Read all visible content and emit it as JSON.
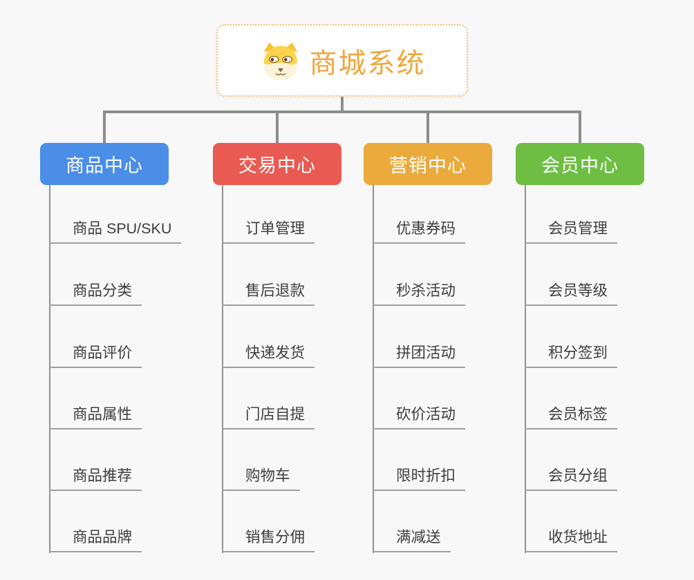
{
  "root": {
    "title": "商城系统",
    "icon": "dog-face-icon"
  },
  "colors": {
    "root_text": "#f0a63c",
    "root_border": "#f0bc6a",
    "connector": "#8d8d8d",
    "underline": "#9e9e9e",
    "leaf_text": "#3d3d3d",
    "branch_product": "#4a8ee8",
    "branch_trade": "#e95a52",
    "branch_marketing": "#ebaa3c",
    "branch_member": "#6dbe43"
  },
  "branches": [
    {
      "label": "商品中心",
      "color": "#4a8ee8",
      "items": [
        "商品 SPU/SKU",
        "商品分类",
        "商品评价",
        "商品属性",
        "商品推荐",
        "商品品牌"
      ]
    },
    {
      "label": "交易中心",
      "color": "#e95a52",
      "items": [
        "订单管理",
        "售后退款",
        "快递发货",
        "门店自提",
        "购物车",
        "销售分佣"
      ]
    },
    {
      "label": "营销中心",
      "color": "#ebaa3c",
      "items": [
        "优惠券码",
        "秒杀活动",
        "拼团活动",
        "砍价活动",
        "限时折扣",
        "满减送"
      ]
    },
    {
      "label": "会员中心",
      "color": "#6dbe43",
      "items": [
        "会员管理",
        "会员等级",
        "积分签到",
        "会员标签",
        "会员分组",
        "收货地址"
      ]
    }
  ]
}
